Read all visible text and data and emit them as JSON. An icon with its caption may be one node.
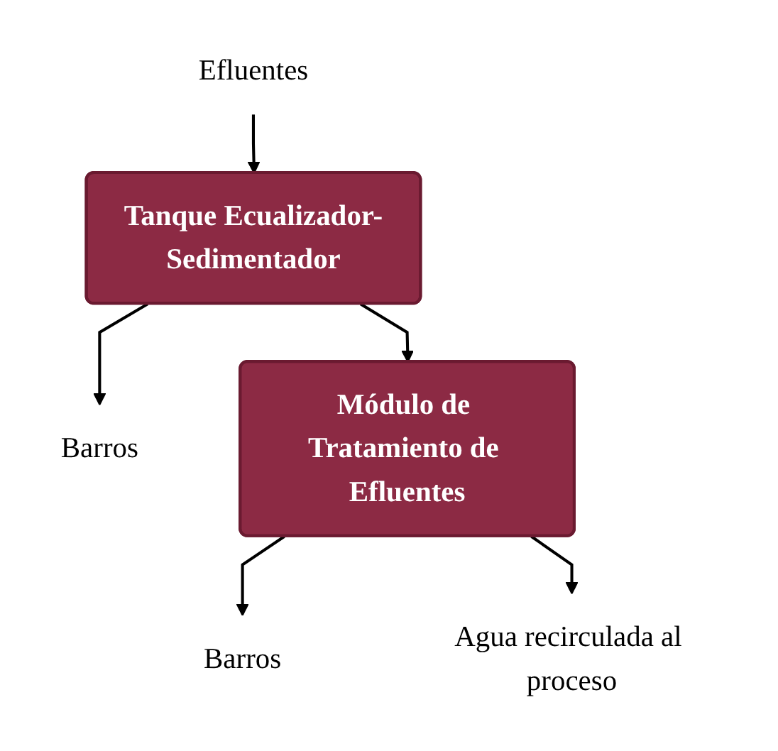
{
  "diagram": {
    "nodes": [
      {
        "text": [
          "Efluentes"
        ]
      },
      {
        "text": [
          "Tanque Ecualizador-Sedimentador"
        ]
      },
      {
        "text": [
          "Barros"
        ]
      },
      {
        "text": [
          "Módulo de Tratamiento de Efluentes"
        ]
      },
      {
        "text": [
          "Barros"
        ]
      },
      {
        "text": [
          "Agua recirculada al proceso"
        ]
      }
    ],
    "edges": [
      {
        "from": 0,
        "to": 1,
        "arrow": "to"
      },
      {
        "from": 1,
        "to": 2,
        "arrow": "to"
      },
      {
        "from": 1,
        "to": 3,
        "arrow": "to"
      },
      {
        "from": 3,
        "to": 4,
        "arrow": "to"
      },
      {
        "from": 3,
        "to": 5,
        "arrow": "to"
      }
    ]
  }
}
